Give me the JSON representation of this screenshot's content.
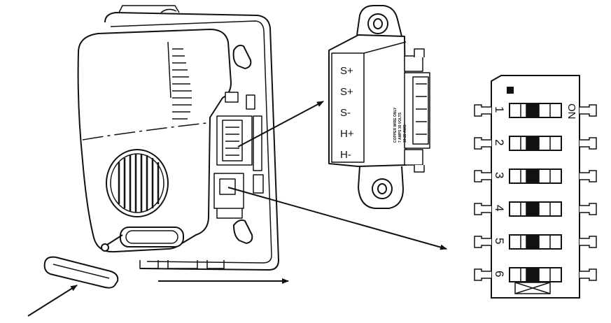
{
  "terminal_block": {
    "labels": [
      "S+",
      "S+",
      "S-",
      "H+",
      "H-"
    ],
    "spec_lines": [
      "COPPER WIRE ONLY",
      "7 AMPS 30 VOLTS",
      "18-22 AWG"
    ]
  },
  "dip_switch": {
    "on_label": "ON",
    "switches": [
      {
        "number": "1",
        "position": "on"
      },
      {
        "number": "2",
        "position": "on"
      },
      {
        "number": "3",
        "position": "on"
      },
      {
        "number": "4",
        "position": "on"
      },
      {
        "number": "5",
        "position": "on"
      },
      {
        "number": "6",
        "position": "on"
      }
    ]
  }
}
